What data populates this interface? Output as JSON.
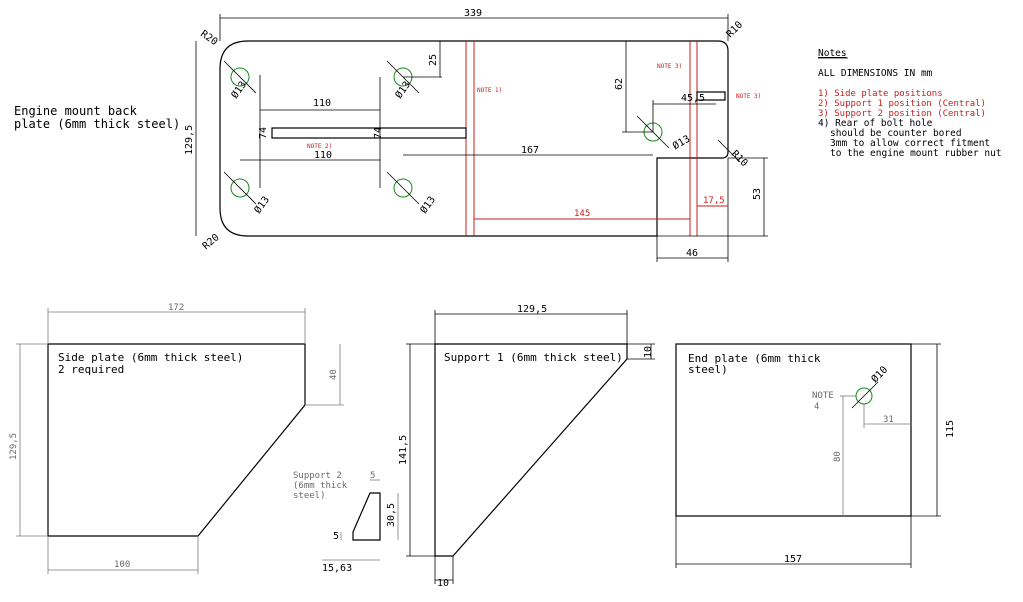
{
  "main_plate": {
    "title_line1": "Engine mount back",
    "title_line2": "plate (6mm thick steel)",
    "dims": {
      "overall_width": "339",
      "overall_height": "129,5",
      "top_radius_right": "R10",
      "top_radius_left": "R20",
      "bottom_radius_left": "R20",
      "right_radius": "R10",
      "hole_spacing_top": "110",
      "hole_spacing_bottom": "110",
      "vertical_left": "74",
      "vertical_mid": "74",
      "top_offset": "25",
      "right_hole_height": "62",
      "right_hole_offset": "45,5",
      "right_hole_span": "167",
      "step_height": "53",
      "step_width": "46",
      "right_gap": "17,5",
      "red_span": "145"
    },
    "holes": [
      "Ø13",
      "Ø13",
      "Ø13",
      "Ø13",
      "Ø13"
    ],
    "note_labels": {
      "note1": "NOTE 1)",
      "note2": "NOTE 2)",
      "note3a": "NOTE 3)",
      "note3b": "NOTE 3)"
    }
  },
  "notes": {
    "heading": "Notes",
    "line1": "ALL DIMENSIONS IN mm",
    "red1": "1) Side plate positions",
    "red2": "2) Support 1 position (Central)",
    "red3": "3) Support 2 position (Central)",
    "b1": "4) Rear of bolt hole",
    "b2": "should be counter bored",
    "b3": "3mm to allow correct fitment",
    "b4": "to the engine mount rubber nut"
  },
  "side_plate": {
    "title_line1": "Side plate (6mm thick steel)",
    "title_line2": "2 required",
    "dim_top": "172",
    "dim_left": "129,5",
    "dim_right": "40",
    "dim_bottom": "100"
  },
  "support2": {
    "label1": "Support 2",
    "label2": "(6mm thick",
    "label3": "steel)",
    "dim_top": "5",
    "dim_right": "30,5",
    "dim_left": "5",
    "dim_bottom": "15,63"
  },
  "support1": {
    "title": "Support 1 (6mm thick steel)",
    "dim_top": "129,5",
    "dim_left": "141,5",
    "dim_right": "10",
    "dim_bottom": "10"
  },
  "end_plate": {
    "title_line1": "End plate (6mm thick",
    "title_line2": "steel)",
    "note_label1": "NOTE",
    "note_label2": "4",
    "hole": "Ø10",
    "dim_hole_x": "31",
    "dim_hole_y": "80",
    "dim_right": "115",
    "dim_bottom": "157"
  }
}
